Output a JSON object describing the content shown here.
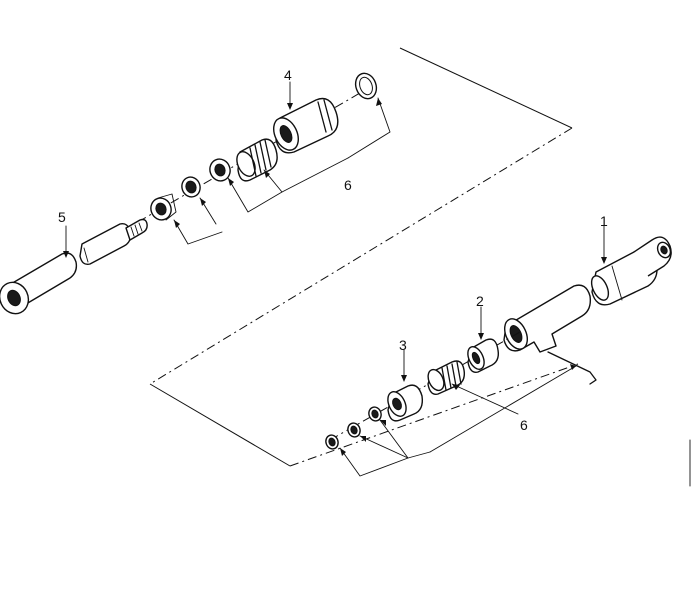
{
  "callouts": {
    "c1": "1",
    "c2": "2",
    "c3": "3",
    "c4": "4",
    "c5": "5",
    "c6_upper": "6",
    "c6_lower": "6"
  }
}
